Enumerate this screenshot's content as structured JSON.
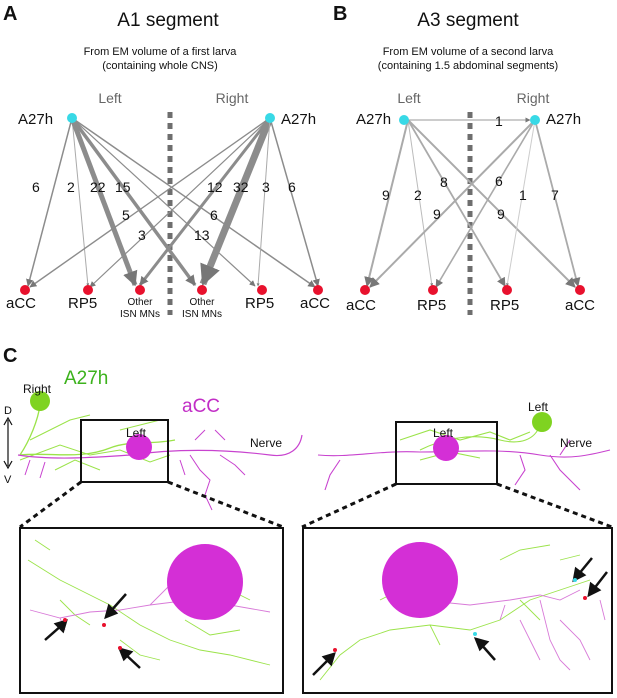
{
  "panelA": {
    "letter": "A",
    "title": "A1 segment",
    "subtitle1": "From EM volume of a first larva",
    "subtitle2": "(containing whole CNS)",
    "left": "Left",
    "right": "Right",
    "a27h_left": "A27h",
    "a27h_right": "A27h",
    "targets": {
      "acc_left": "aCC",
      "rp5_left": "RP5",
      "other_left_1": "Other",
      "other_left_2": "ISN MNs",
      "other_right_1": "Other",
      "other_right_2": "ISN MNs",
      "rp5_right": "RP5",
      "acc_right": "aCC"
    },
    "weights": {
      "l_acc": "6",
      "l_rp5": "2",
      "l_other_l": "22",
      "l_other_r": "15",
      "r_acc_l": "5",
      "r_rp5_l": "3",
      "r_other_l": "12",
      "r_other_r": "32",
      "r_rp5": "3",
      "r_acc": "6",
      "l_acc_r": "6",
      "r_other_l2": "13"
    }
  },
  "panelB": {
    "letter": "B",
    "title": "A3 segment",
    "subtitle1": "From EM volume of a second larva",
    "subtitle2": "(containing 1.5 abdominal segments)",
    "left": "Left",
    "right": "Right",
    "a27h_left": "A27h",
    "a27h_right": "A27h",
    "targets": {
      "acc_left": "aCC",
      "rp5_left": "RP5",
      "rp5_right": "RP5",
      "acc_right": "aCC"
    },
    "weights": {
      "l_to_r": "1",
      "a": "9",
      "b": "2",
      "c": "8",
      "d": "9",
      "e": "6",
      "f": "9",
      "g": "1",
      "h": "7"
    }
  },
  "panelC": {
    "letter": "C",
    "a27h": "A27h",
    "acc": "aCC",
    "right_label": "Right",
    "left_label_1": "Left",
    "left_label_2": "Left",
    "left_label_3": "Left",
    "nerve_1": "Nerve",
    "nerve_2": "Nerve",
    "d": "D",
    "v": "V"
  },
  "colors": {
    "a27h": "#7fd321",
    "acc": "#d42fd6",
    "node_cyan": "#38d9e6",
    "node_red": "#e8112d",
    "arrow_grey": "#8c8c8c",
    "midline": "#6e6e6e"
  }
}
